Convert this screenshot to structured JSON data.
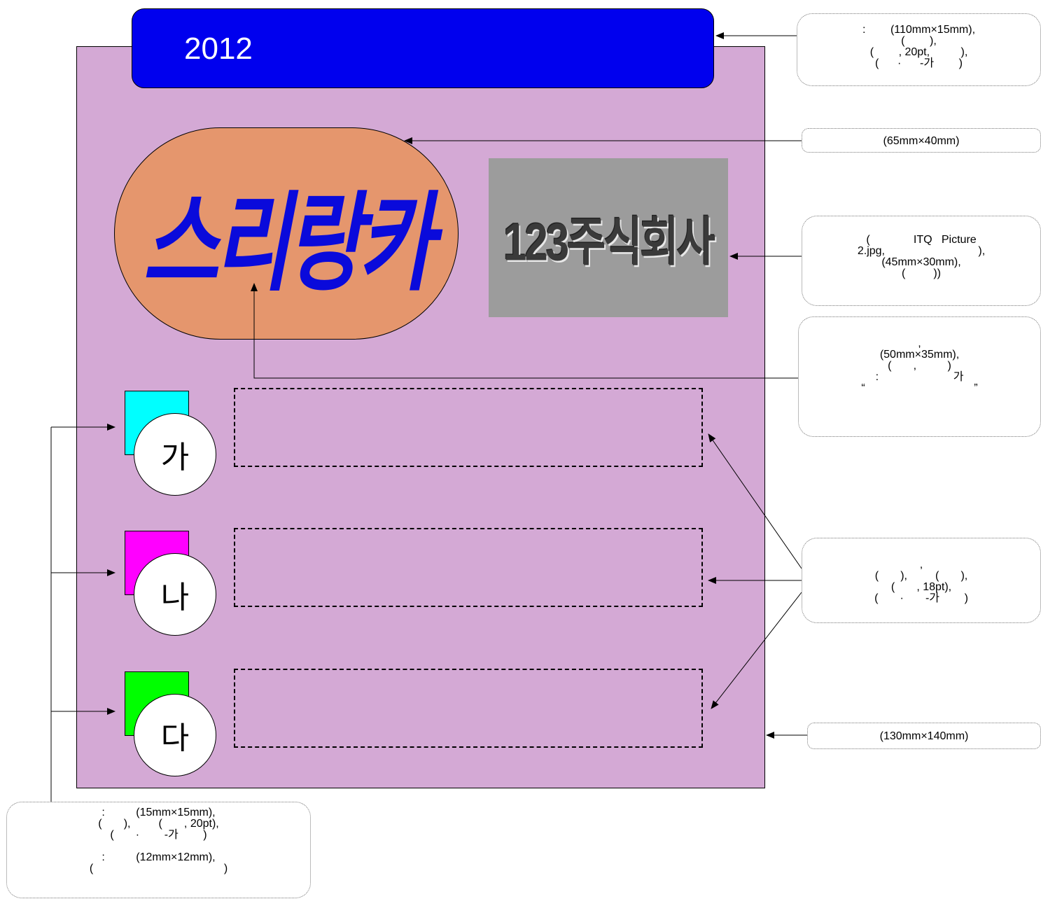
{
  "title": {
    "text": "2012"
  },
  "emblem": {
    "text": "스리랑카"
  },
  "logo": {
    "text": "123주식회사"
  },
  "items": [
    {
      "letter": "가",
      "color": "#00ffff"
    },
    {
      "letter": "나",
      "color": "#ff00ff"
    },
    {
      "letter": "다",
      "color": "#00ff00"
    }
  ],
  "notes": {
    "title_note": [
      ":        (110mm×15mm),",
      "(        ),",
      "(        , 20pt,          ),",
      "(      ·      -가        )"
    ],
    "oval_note": [
      "(65mm×40mm)"
    ],
    "picture_note": [
      "(              ITQ   Picture",
      "2.jpg,                              ),",
      "(45mm×30mm),",
      "(         ))"
    ],
    "wordart_note": [
      ",",
      "(50mm×35mm),",
      "(       ,          )",
      ":                        가",
      "“                                   ”"
    ],
    "textbox_note": [
      ",",
      "(       ),         (       ),",
      "(       , 18pt),",
      "(       ·       -가        )"
    ],
    "panel_note": [
      "(130mm×140mm)"
    ],
    "shape_note": [
      ":          (15mm×15mm),",
      "(       ),         (       , 20pt),",
      "(       ·        -가        )",
      "",
      ":          (12mm×12mm),",
      "(                                          )"
    ]
  }
}
